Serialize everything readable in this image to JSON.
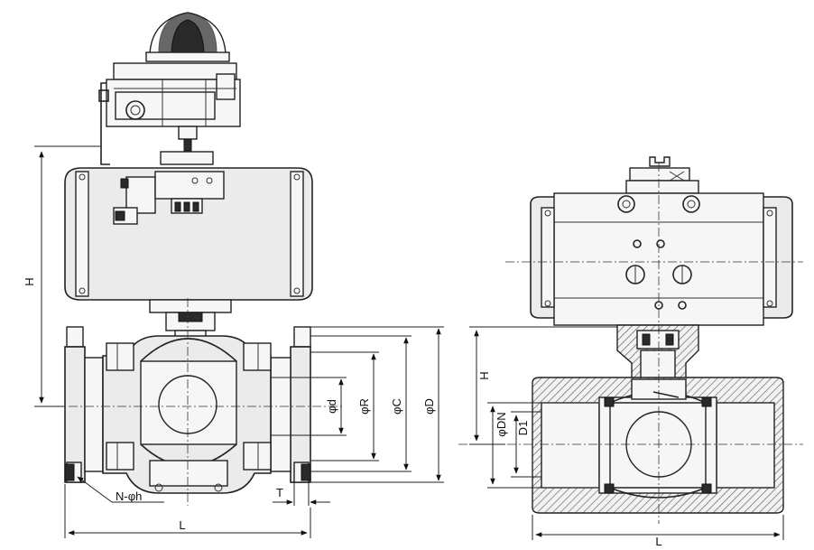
{
  "left_view": {
    "labels": {
      "H": "H",
      "d": "φd",
      "R": "φR",
      "C": "φC",
      "D": "φD",
      "Nh": "N-φh",
      "T": "T",
      "L": "L"
    }
  },
  "right_view": {
    "labels": {
      "H": "H",
      "DN": "φDN",
      "D1": "D1",
      "L": "L"
    }
  }
}
